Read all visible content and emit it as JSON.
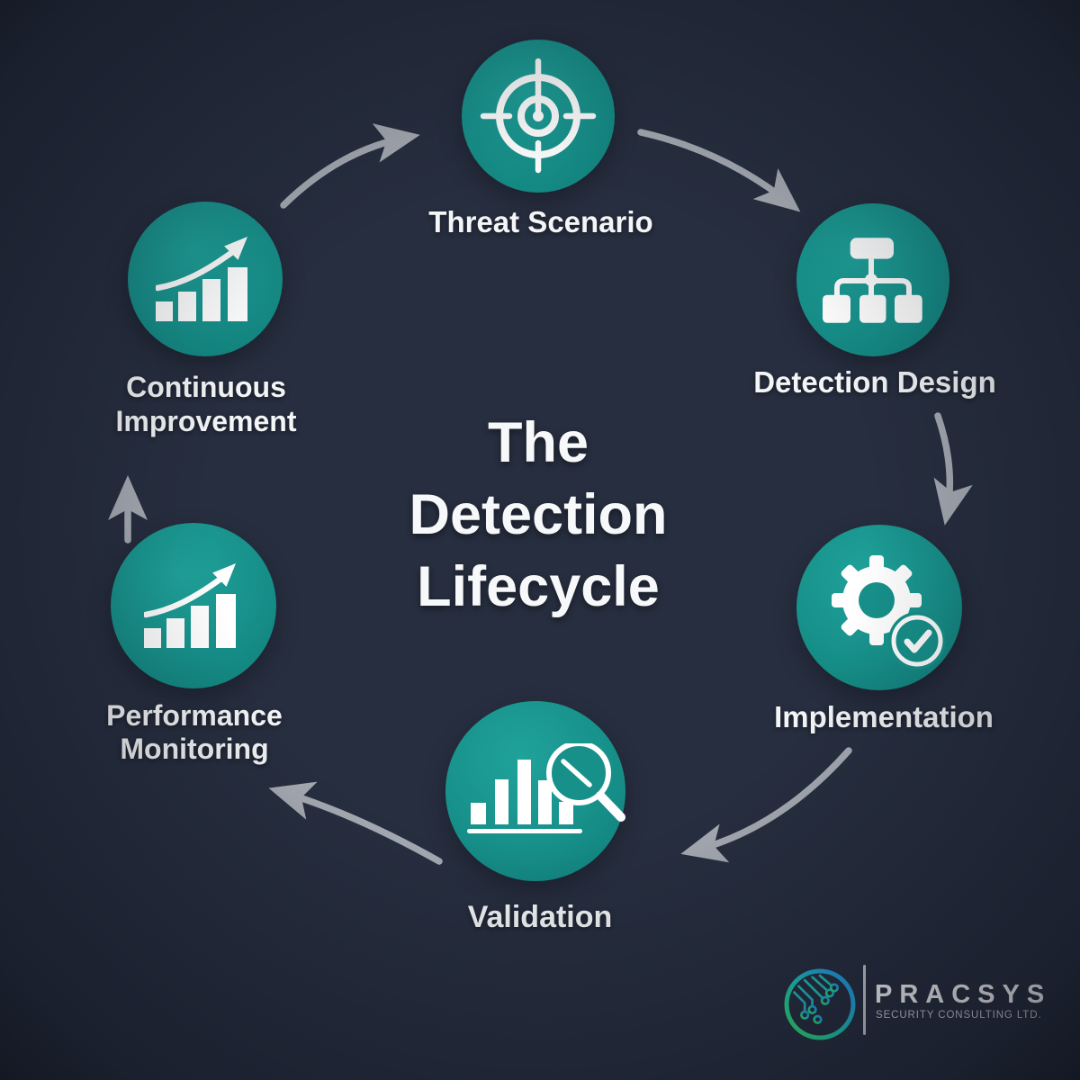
{
  "title": {
    "line1": "The",
    "line2": "Detection",
    "line3": "Lifecycle"
  },
  "stages": [
    {
      "label": "Threat Scenario",
      "icon": "target-icon"
    },
    {
      "label": "Detection Design",
      "icon": "org-chart-icon"
    },
    {
      "label": "Implementation",
      "icon": "gear-check-icon"
    },
    {
      "label": "Validation",
      "icon": "bar-chart-magnifier-icon"
    },
    {
      "label": "Performance Monitoring",
      "icon": "growth-arrow-icon"
    },
    {
      "label": "Continuous Improvement",
      "icon": "growth-arrow-icon"
    }
  ],
  "cycle_arrows": [
    {
      "from": "Continuous Improvement",
      "to": "Threat Scenario"
    },
    {
      "from": "Threat Scenario",
      "to": "Detection Design"
    },
    {
      "from": "Detection Design",
      "to": "Implementation"
    },
    {
      "from": "Implementation",
      "to": "Validation"
    },
    {
      "from": "Validation",
      "to": "Performance Monitoring"
    },
    {
      "from": "Performance Monitoring",
      "to": "Continuous Improvement"
    }
  ],
  "logo": {
    "name": "PRACSYS",
    "subtitle": "SECURITY CONSULTING LTD.",
    "icon": "circuit-logo-icon"
  },
  "colors": {
    "background": "#272e3f",
    "stage_circle": "#17908a",
    "arrow": "#a6abb3",
    "text": "#f3f5f7",
    "logo_gradient_start": "#35e06a",
    "logo_gradient_end": "#2492f5"
  }
}
